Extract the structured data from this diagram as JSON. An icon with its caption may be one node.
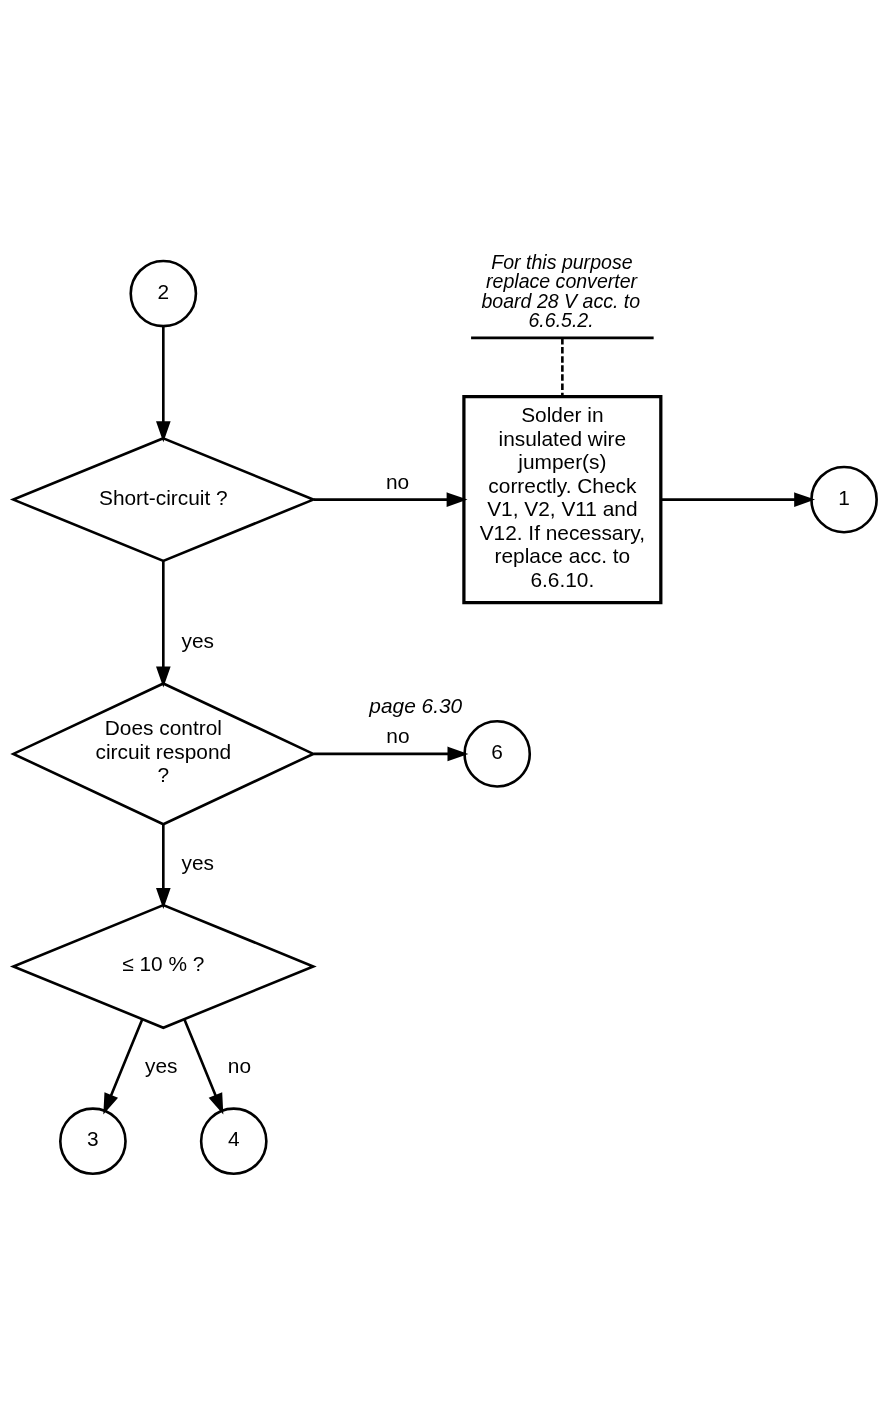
{
  "diagram": {
    "nodes": [
      {
        "text": [
          "2"
        ]
      },
      {
        "text": [
          "Short-circuit ?"
        ]
      },
      {
        "text": [
          "For this purpose replace converter board 28 V acc. to 6.6.5.2."
        ]
      },
      {
        "text": [
          "Solder in insulated wire jumper(s) correctly. Check V1, V2, V11 and V12. If necessary, replace acc. to 6.6.10."
        ]
      },
      {
        "text": [
          "1"
        ]
      },
      {
        "text": [
          "Does control circuit respond ?"
        ]
      },
      {
        "text": [
          "6"
        ],
        "beside": [
          "page 6.30"
        ]
      },
      {
        "text": [
          "≤ 10 % ?"
        ]
      },
      {
        "text": [
          "3"
        ]
      },
      {
        "text": [
          "4"
        ]
      }
    ],
    "edges": [
      {
        "from": 0,
        "to": 1,
        "arrow": "to"
      },
      {
        "from": 1,
        "to": 3,
        "arrow": "to",
        "label": "no"
      },
      {
        "from": 2,
        "to": 3,
        "arrow": "none",
        "style": "dashed"
      },
      {
        "from": 3,
        "to": 4,
        "arrow": "to"
      },
      {
        "from": 1,
        "to": 5,
        "arrow": "to",
        "label": "yes"
      },
      {
        "from": 5,
        "to": 6,
        "arrow": "to",
        "label": "no"
      },
      {
        "from": 5,
        "to": 7,
        "arrow": "to",
        "label": "yes"
      },
      {
        "from": 7,
        "to": 9,
        "arrow": "to",
        "label": "no"
      },
      {
        "from": 7,
        "to": 8,
        "arrow": "to",
        "label": "yes"
      }
    ]
  }
}
